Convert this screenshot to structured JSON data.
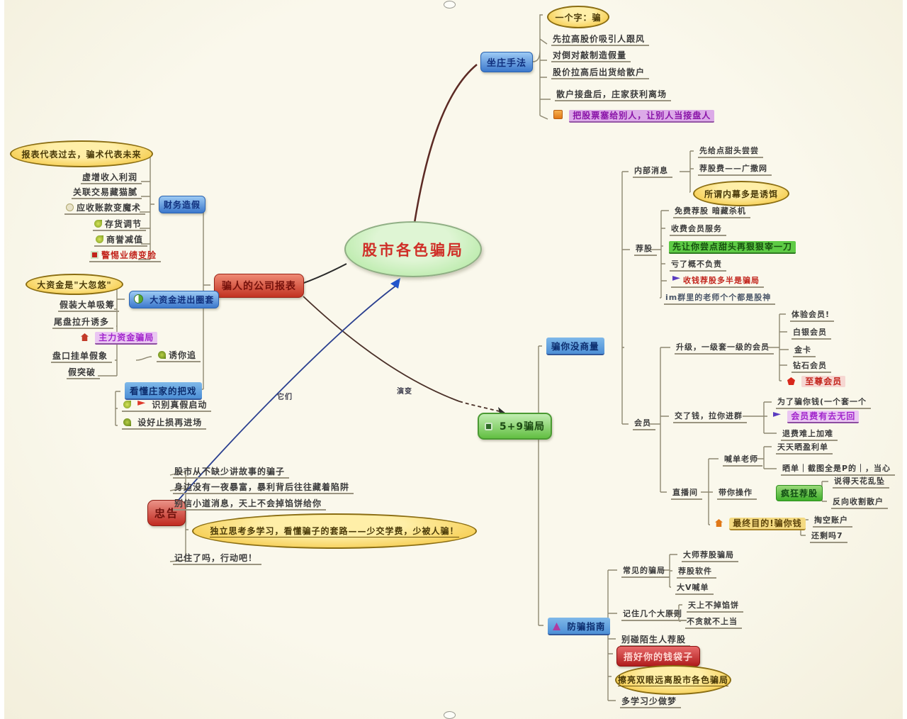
{
  "center": "股市各色骗局",
  "relations": {
    "to_center": "它们",
    "to_category": "演变"
  },
  "zhuang": {
    "label": "坐庄手法",
    "ellipse": "一个字：骗",
    "items": [
      {
        "text": "先拉高股价吸引人跟风"
      },
      {
        "text": "对倒对敲制造假量"
      },
      {
        "text": "股价拉高后出货给散户"
      },
      {
        "text": "散户接盘后，庄家获利离场"
      },
      {
        "text": "把股票塞给别人，让别人当接盘人",
        "icon": "box-icon"
      }
    ]
  },
  "report": {
    "label": "骗人的公司报表",
    "caiwu": {
      "label": "财务造假",
      "ellipse": "报表代表过去，骗术代表未来",
      "items": [
        {
          "text": "虚增收入利润"
        },
        {
          "text": "关联交易藏猫腻"
        },
        {
          "text": "应收账款变魔术",
          "icon": "spark-icon"
        },
        {
          "text": "存货调节",
          "icon": "leaf-icon"
        },
        {
          "text": "商誉减值",
          "icon": "leaf-icon"
        },
        {
          "text": "警惕业绩变脸",
          "icon": "grid-icon",
          "style": "red"
        }
      ]
    },
    "dazijin": {
      "label": "大资金进出圈套",
      "ellipse": "大资金是\"大忽悠\"",
      "items": [
        {
          "text": "假装大单吸筹"
        },
        {
          "text": "尾盘拉升诱多"
        },
        {
          "text": "主力资金骗局",
          "icon": "house-icon",
          "style": "purple"
        },
        {
          "text": "盘口挂单假象"
        },
        {
          "text": "假突破"
        }
      ],
      "sub_item": {
        "text": "诱你追",
        "icon": "moon-icon"
      }
    },
    "zhuangxi": {
      "label": "看懂庄家的把戏",
      "items": [
        {
          "text": "识别真假启动",
          "icon": "flag-icon"
        },
        {
          "text": "设好止损再进场",
          "icon": "moon-icon"
        }
      ]
    }
  },
  "zhonggao": {
    "label": "忠告",
    "items": [
      {
        "text": "股市从不缺少讲故事的骗子"
      },
      {
        "text": "身边没有一夜暴富，暴利背后往往藏着陷阱"
      },
      {
        "text": "别信小道消息，天上不会掉馅饼给你"
      }
    ],
    "ellipse": "独立思考多学习，看懂骗子的套路——少交学费，少被人骗！",
    "last": "记住了吗，行动吧！"
  },
  "category": {
    "label": "5+9骗局",
    "pianni": {
      "label": "骗你没商量",
      "neimu": {
        "label": "内部消息",
        "items": [
          {
            "text": "先给点甜头尝尝"
          },
          {
            "text": "荐股费——广撒网"
          }
        ],
        "ellipse": "所谓内幕多是诱饵"
      },
      "jiangu": {
        "label": "荐股",
        "items": [
          {
            "text": "免费荐股 暗藏杀机"
          },
          {
            "text": "收费会员服务"
          },
          {
            "text": "先让你尝点甜头再狠狠宰一刀",
            "style": "green"
          },
          {
            "text": "亏了概不负责"
          },
          {
            "text": "收钱荐股多半是骗局",
            "icon": "flag-icon",
            "style": "red"
          },
          {
            "text": "im群里的老师个个都是股神",
            "style": "gray"
          }
        ]
      },
      "huiyuan": {
        "label": "会员",
        "g1": {
          "label": "升级，一级套一级的会员",
          "items": [
            {
              "text": "体验会员!"
            },
            {
              "text": "白银会员"
            },
            {
              "text": "金卡"
            },
            {
              "text": "钻石会员"
            },
            {
              "text": "至尊会员",
              "icon": "pent-icon",
              "style": "pink"
            }
          ]
        },
        "g2": {
          "label": "交了钱，拉你进群",
          "items": [
            {
              "text": "为了骗你钱(一个套一个"
            },
            {
              "text": "会员费有去无回",
              "icon": "flag-b-icon",
              "style": "purple"
            },
            {
              "text": "退费难上加难"
            }
          ]
        },
        "g3": {
          "label": "直播间",
          "handan": {
            "label": "喊单老师",
            "items": [
              {
                "text": "天天晒盈利单"
              },
              {
                "text": "晒单｜截图全是P的｜，当心"
              }
            ]
          },
          "caozuo": {
            "label": "带你操作",
            "green": "疯狂荐股",
            "items": [
              {
                "text": "说得天花乱坠"
              },
              {
                "text": "反向收割散户"
              }
            ]
          },
          "mudi": {
            "label": "最终目的!骗你钱",
            "icon": "house-icon",
            "items": [
              {
                "text": "掏空账户"
              },
              {
                "text": "还剩吗7"
              }
            ]
          }
        }
      }
    },
    "fangpian": {
      "label": "防骗指南",
      "changjian": {
        "label": "常见的骗局",
        "items": [
          {
            "text": "大师荐股骗局"
          },
          {
            "text": "荐股软件"
          },
          {
            "text": "大V喊单"
          }
        ]
      },
      "yuanze": {
        "label": "记住几个大原则",
        "items": [
          {
            "text": "天上不掉馅饼"
          },
          {
            "text": "不贪就不上当"
          }
        ]
      },
      "extra1": "别碰陌生人荐股",
      "red_node": "捂好你的钱袋子",
      "ellipse": "擦亮双眼远离股市各色骗局",
      "extra2": "多学习少做梦"
    }
  }
}
